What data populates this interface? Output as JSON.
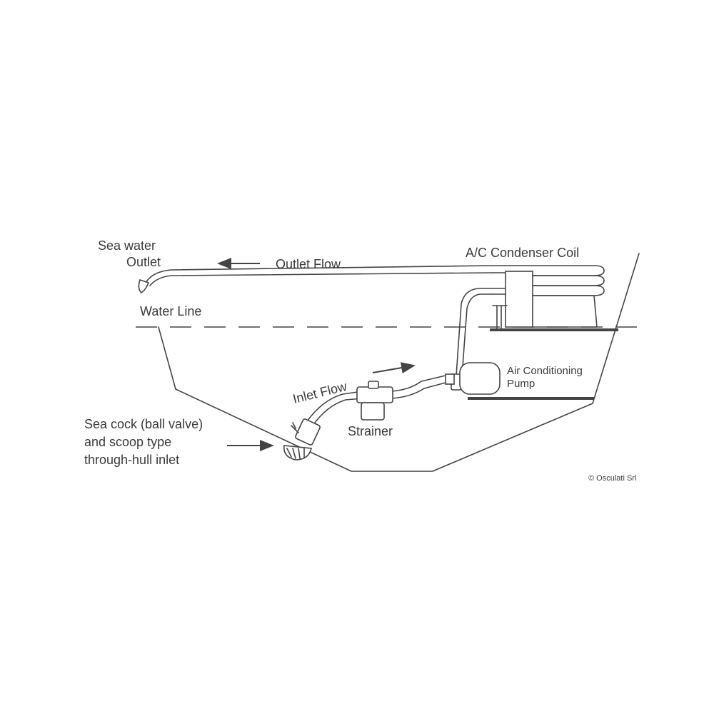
{
  "labels": {
    "sea_water_outlet_line1": "Sea water",
    "sea_water_outlet_line2": "Outlet",
    "outlet_flow": "Outlet Flow",
    "ac_condenser_coil": "A/C Condenser Coil",
    "water_line": "Water Line",
    "inlet_flow": "Inlet Flow",
    "air_conditioning_pump_line1": "Air Conditioning",
    "air_conditioning_pump_line2": "Pump",
    "strainer": "Strainer",
    "sea_cock_line1": "Sea cock (ball valve)",
    "sea_cock_line2": "and scoop type",
    "sea_cock_line3": "through-hull inlet",
    "copyright": "© Osculati Srl"
  },
  "colors": {
    "line": "#444444",
    "text": "#3a3a3a",
    "background": "#ffffff"
  }
}
